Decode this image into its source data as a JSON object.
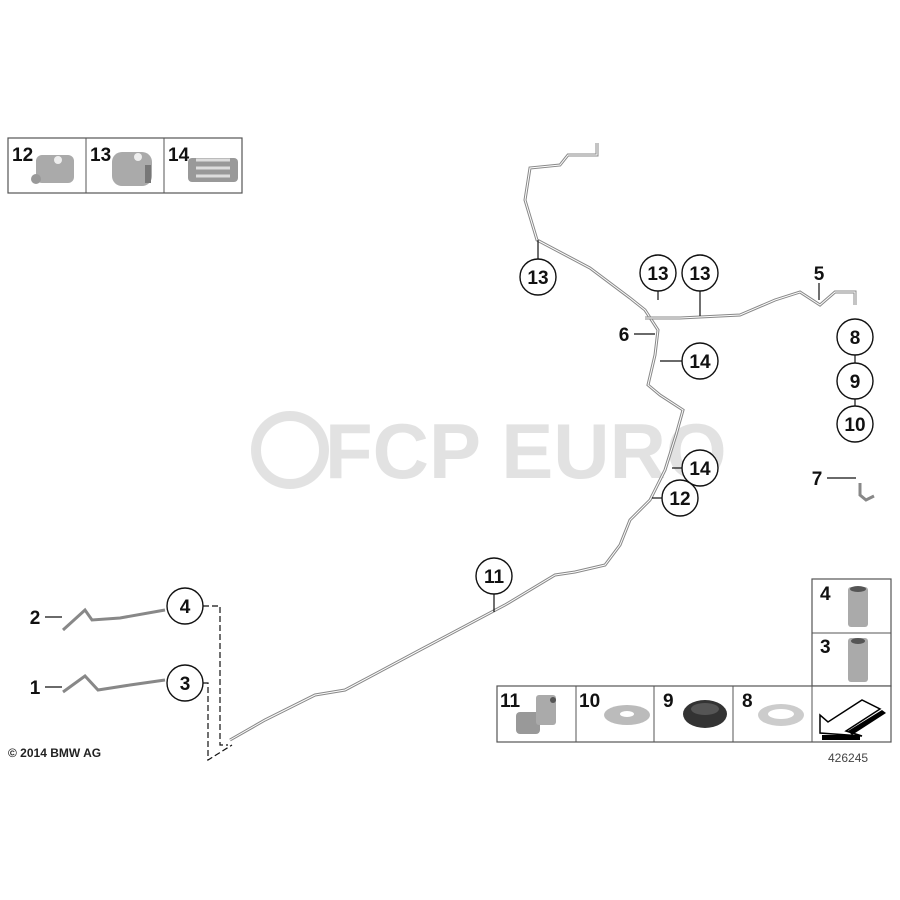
{
  "diagram": {
    "copyright": "© 2014 BMW AG",
    "diagram_number": "426245",
    "watermark": "FCP EURO",
    "callouts_circled": [
      "13",
      "13",
      "13",
      "14",
      "14",
      "12",
      "11",
      "4",
      "3",
      "8",
      "9",
      "10"
    ],
    "callouts_plain": [
      "5",
      "6",
      "7",
      "2",
      "1"
    ],
    "top_legend": [
      {
        "label": "12",
        "part": "clip-holder"
      },
      {
        "label": "13",
        "part": "clip"
      },
      {
        "label": "14",
        "part": "pipe-clip"
      }
    ],
    "bottom_legend": [
      {
        "label": "11",
        "part": "clip"
      },
      {
        "label": "10",
        "part": "washer"
      },
      {
        "label": "9",
        "part": "grommet"
      },
      {
        "label": "8",
        "part": "washer"
      }
    ],
    "side_legend": [
      {
        "label": "4",
        "part": "screw-fitting"
      },
      {
        "label": "3",
        "part": "screw-fitting"
      }
    ]
  }
}
